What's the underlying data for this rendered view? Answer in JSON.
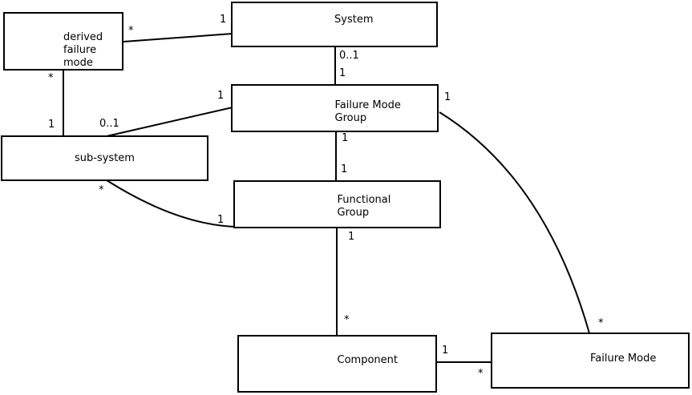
{
  "diagram": {
    "kind": "uml-class-diagram",
    "colors": {
      "background": "#ffffff",
      "line": "#000000",
      "text": "#000000"
    }
  },
  "entities": [
    {
      "id": "derived-failure-mode",
      "lines": [
        "derived",
        "failure",
        "mode"
      ]
    },
    {
      "id": "system",
      "lines": [
        "System"
      ]
    },
    {
      "id": "failure-mode-group",
      "lines": [
        "Failure Mode",
        "Group"
      ]
    },
    {
      "id": "sub-system",
      "lines": [
        "sub-system"
      ]
    },
    {
      "id": "functional-group",
      "lines": [
        "Functional",
        "Group"
      ]
    },
    {
      "id": "component",
      "lines": [
        "Component"
      ]
    },
    {
      "id": "failure-mode",
      "lines": [
        "Failure Mode"
      ]
    }
  ],
  "associations": [
    {
      "id": "derived-failure-mode--system",
      "ends": [
        {
          "entity": "derived-failure-mode",
          "multiplicity": "*"
        },
        {
          "entity": "system",
          "multiplicity": "1"
        }
      ]
    },
    {
      "id": "derived-failure-mode--sub-system",
      "ends": [
        {
          "entity": "derived-failure-mode",
          "multiplicity": "*"
        },
        {
          "entity": "sub-system",
          "multiplicity": "1"
        }
      ]
    },
    {
      "id": "sub-system--failure-mode-group",
      "ends": [
        {
          "entity": "sub-system",
          "multiplicity": "0..1"
        },
        {
          "entity": "failure-mode-group",
          "multiplicity": "1"
        }
      ]
    },
    {
      "id": "system--failure-mode-group",
      "ends": [
        {
          "entity": "system",
          "multiplicity": "0..1"
        },
        {
          "entity": "failure-mode-group",
          "multiplicity": "1"
        }
      ]
    },
    {
      "id": "failure-mode-group--functional-group",
      "ends": [
        {
          "entity": "failure-mode-group",
          "multiplicity": "1"
        },
        {
          "entity": "functional-group",
          "multiplicity": "1"
        }
      ]
    },
    {
      "id": "functional-group--component",
      "ends": [
        {
          "entity": "functional-group",
          "multiplicity": "1"
        },
        {
          "entity": "component",
          "multiplicity": "*"
        }
      ]
    },
    {
      "id": "component--failure-mode",
      "ends": [
        {
          "entity": "component",
          "multiplicity": "1"
        },
        {
          "entity": "failure-mode",
          "multiplicity": "*"
        }
      ]
    },
    {
      "id": "failure-mode-group--failure-mode",
      "ends": [
        {
          "entity": "failure-mode-group",
          "multiplicity": "1"
        },
        {
          "entity": "failure-mode",
          "multiplicity": "*"
        }
      ]
    },
    {
      "id": "sub-system--functional-group",
      "ends": [
        {
          "entity": "sub-system",
          "multiplicity": "*"
        },
        {
          "entity": "functional-group",
          "multiplicity": "1"
        }
      ]
    }
  ]
}
